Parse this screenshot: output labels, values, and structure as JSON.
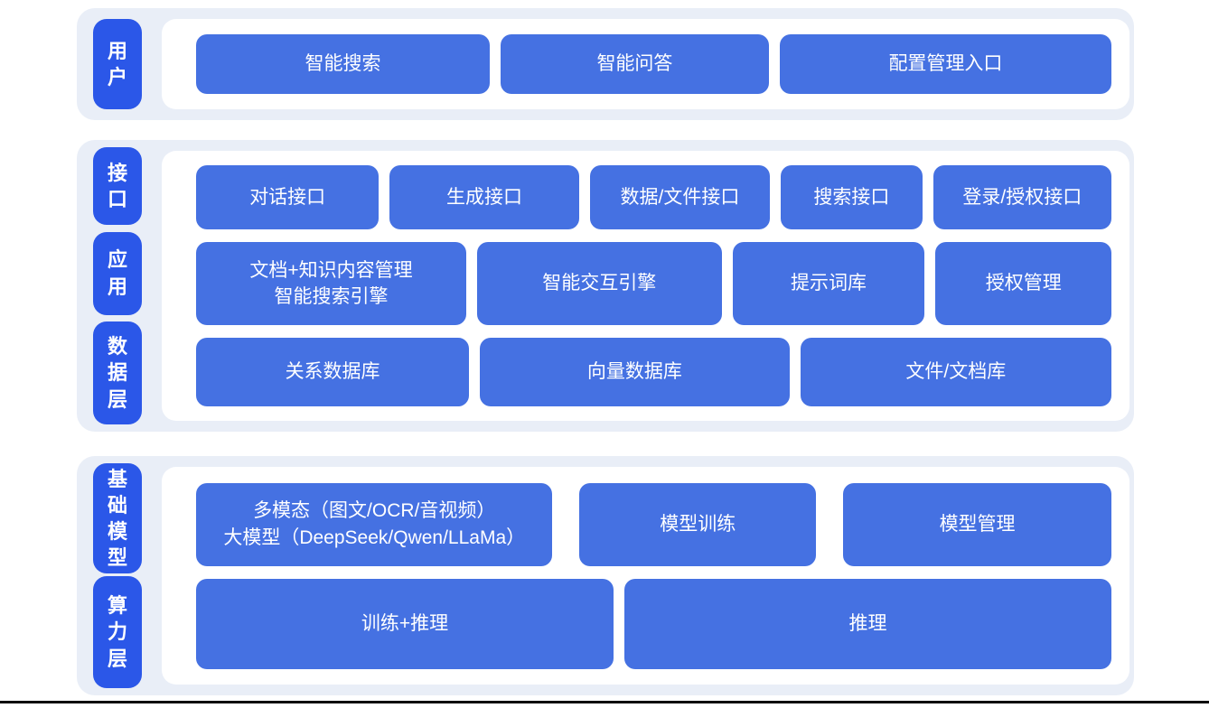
{
  "colors": {
    "page_bg": "#ffffff",
    "section_bg": "#e9eef7",
    "panel_bg": "#ffffff",
    "box_blue": "#4571e2",
    "pill_blue": "#2b57e8",
    "text": "#ffffff",
    "bottom_line": "#0d0d0d"
  },
  "sections": [
    {
      "name": "user-layer",
      "labels": [
        {
          "name": "user",
          "text": "用户"
        }
      ],
      "rows": [
        {
          "boxes": [
            {
              "text": "智能搜索"
            },
            {
              "text": "智能问答"
            },
            {
              "text": "配置管理入口"
            }
          ]
        }
      ]
    },
    {
      "name": "service-layers",
      "labels": [
        {
          "name": "interface",
          "text": "接口"
        },
        {
          "name": "application",
          "text": "应用"
        },
        {
          "name": "data-layer",
          "text": "数据层"
        }
      ],
      "rows": [
        {
          "boxes": [
            {
              "text": "对话接口"
            },
            {
              "text": "生成接口"
            },
            {
              "text": "数据/文件接口"
            },
            {
              "text": "搜索接口"
            },
            {
              "text": "登录/授权接口"
            }
          ]
        },
        {
          "boxes": [
            {
              "lines": [
                "文档+知识内容管理",
                "智能搜索引擎"
              ]
            },
            {
              "text": "智能交互引擎"
            },
            {
              "text": "提示词库"
            },
            {
              "text": "授权管理"
            }
          ]
        },
        {
          "boxes": [
            {
              "text": "关系数据库"
            },
            {
              "text": "向量数据库"
            },
            {
              "text": "文件/文档库"
            }
          ]
        }
      ]
    },
    {
      "name": "foundation-layers",
      "labels": [
        {
          "name": "foundation-model",
          "text": "基础模型"
        },
        {
          "name": "compute-layer",
          "text": "算力层"
        }
      ],
      "rows": [
        {
          "boxes": [
            {
              "lines": [
                "多模态（图文/OCR/音视频）",
                "大模型（DeepSeek/Qwen/LLaMa）"
              ]
            },
            {
              "text": "模型训练"
            },
            {
              "text": "模型管理"
            }
          ]
        },
        {
          "boxes": [
            {
              "text": "训练+推理"
            },
            {
              "text": "推理"
            }
          ]
        }
      ]
    }
  ]
}
